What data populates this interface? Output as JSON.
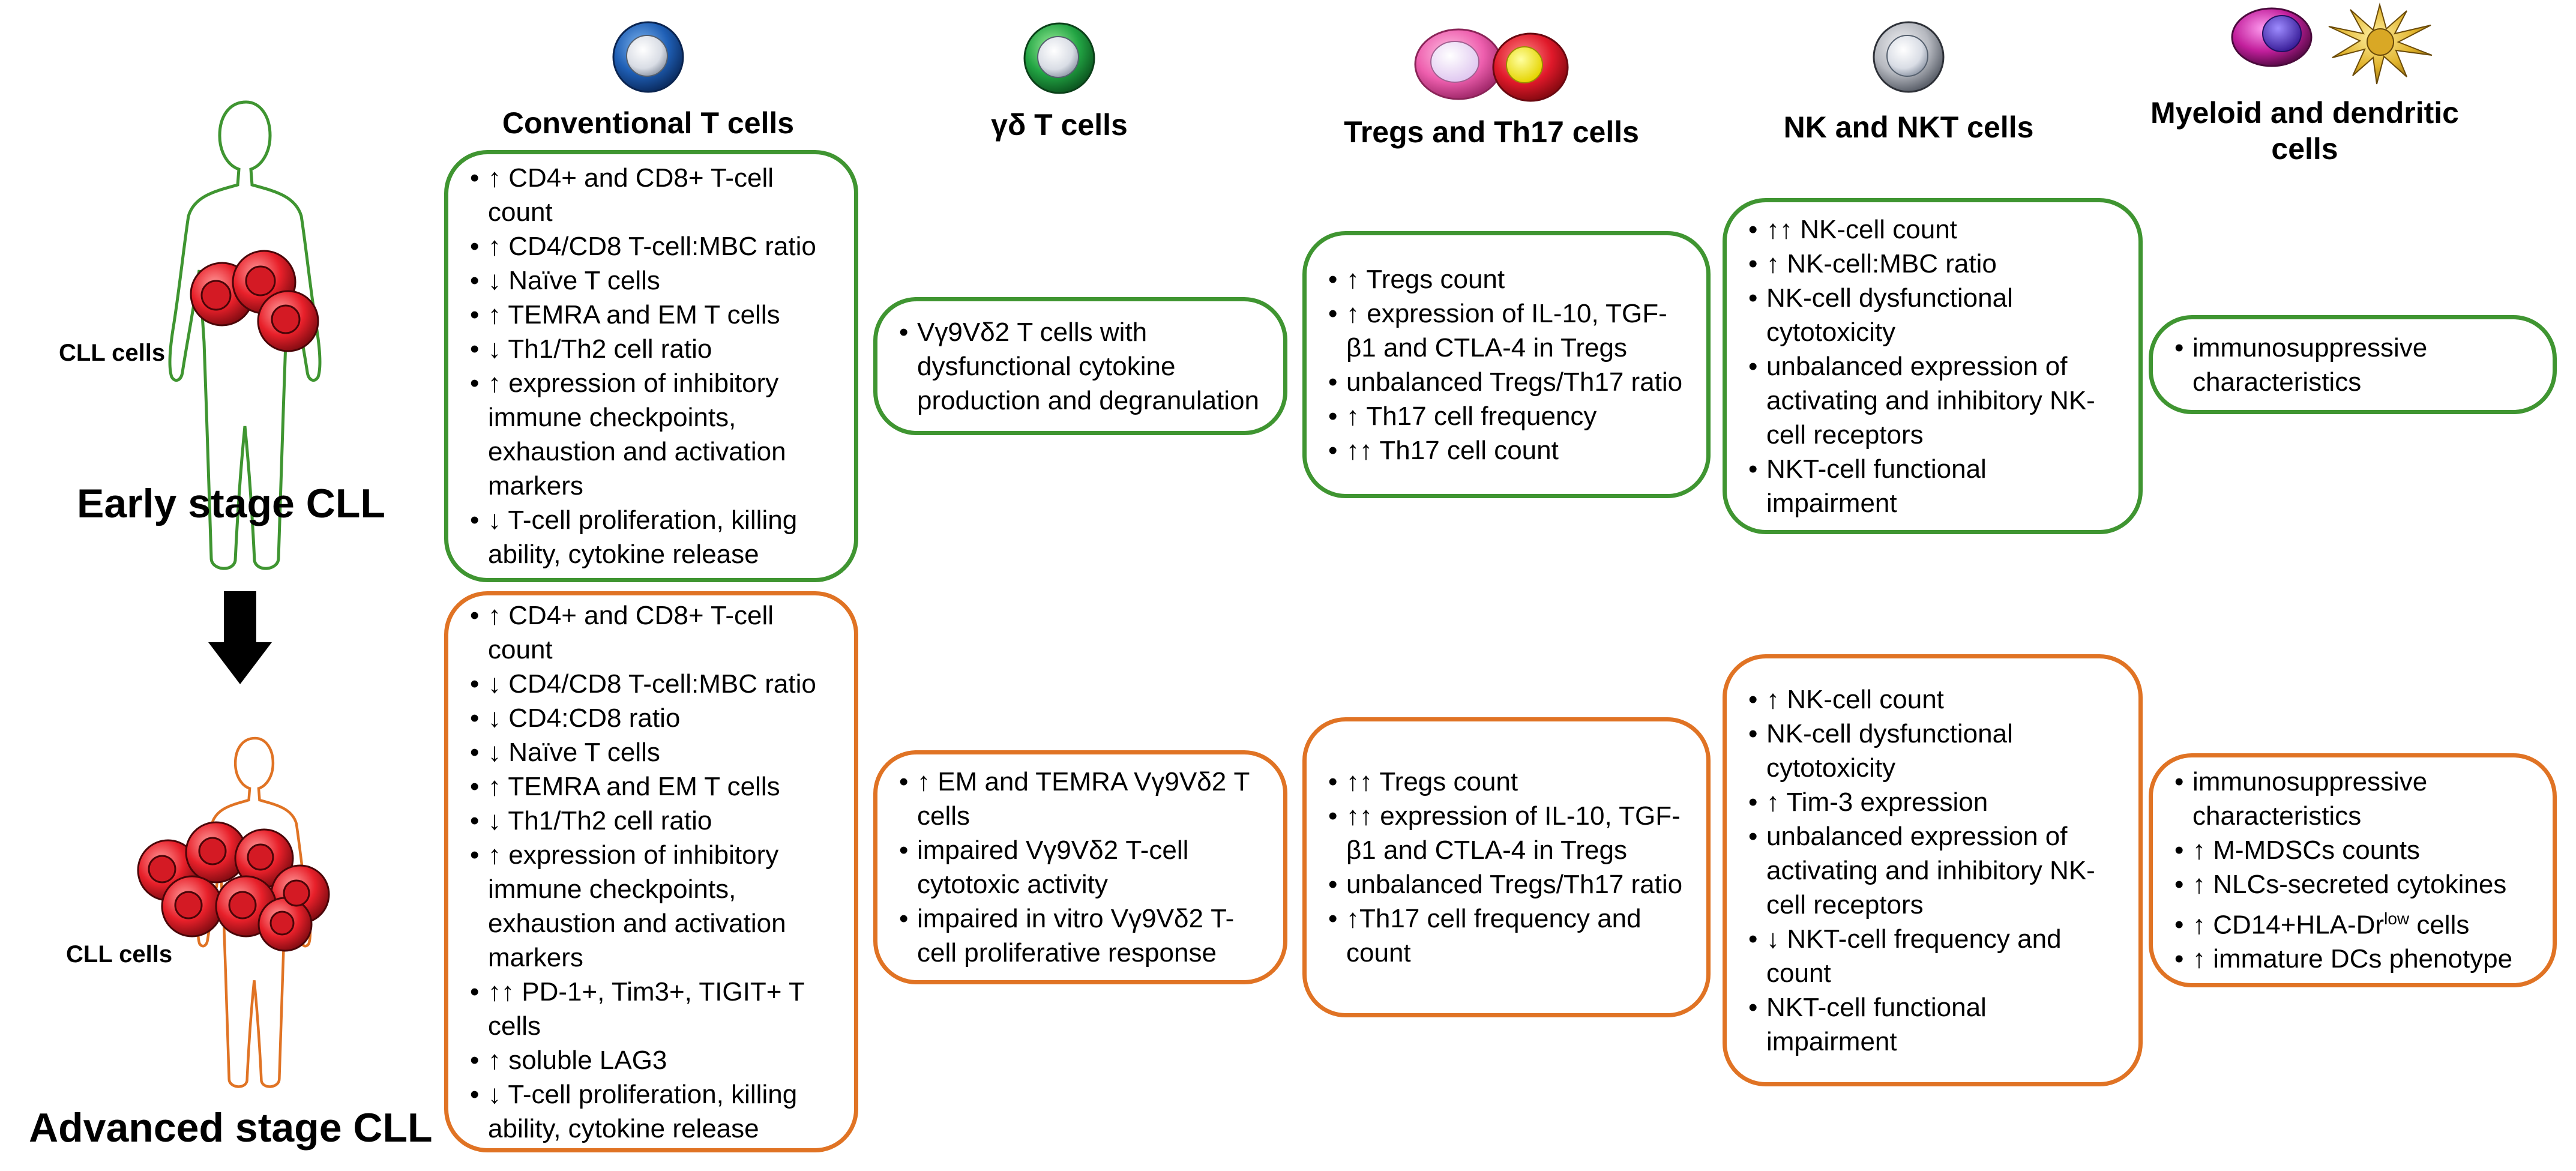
{
  "columns": [
    {
      "title": "Conventional T cells"
    },
    {
      "title": "γδ T cells"
    },
    {
      "title": "Tregs and Th17 cells"
    },
    {
      "title": "NK and NKT cells"
    },
    {
      "title": "Myeloid and dendritic cells"
    }
  ],
  "stages": {
    "early": {
      "label": "Early stage CLL",
      "cells_label": "CLL cells"
    },
    "advanced": {
      "label": "Advanced stage CLL",
      "cells_label": "CLL cells"
    }
  },
  "early": {
    "conventional": [
      "↑ CD4+ and CD8+ T-cell count",
      "↑ CD4/CD8 T-cell:MBC ratio",
      "↓ Naïve T cells",
      "↑ TEMRA and EM T cells",
      "↓ Th1/Th2 cell ratio",
      "↑ expression of inhibitory immune checkpoints, exhaustion and activation markers",
      "↓ T-cell proliferation, killing ability, cytokine release"
    ],
    "gd": [
      "Vγ9Vδ2 T cells with dysfunctional cytokine production and degranulation"
    ],
    "tregs": [
      "↑ Tregs count",
      "↑ expression of IL-10, TGF-β1 and CTLA-4 in Tregs",
      "unbalanced Tregs/Th17 ratio",
      "↑ Th17 cell frequency",
      "↑↑ Th17 cell count"
    ],
    "nk": [
      "↑↑ NK-cell count",
      "↑ NK-cell:MBC ratio",
      "NK-cell dysfunctional cytotoxicity",
      "unbalanced expression of activating and inhibitory NK-cell receptors",
      "NKT-cell functional impairment"
    ],
    "myeloid": [
      "immunosuppressive characteristics"
    ]
  },
  "advanced": {
    "conventional": [
      "↑ CD4+ and CD8+ T-cell count",
      "↓ CD4/CD8 T-cell:MBC ratio",
      "↓ CD4:CD8 ratio",
      "↓ Naïve T cells",
      "↑ TEMRA and EM T cells",
      "↓ Th1/Th2 cell ratio",
      "↑ expression of inhibitory immune checkpoints, exhaustion and activation markers",
      "↑↑ PD-1+, Tim3+, TIGIT+ T cells",
      "↑ soluble LAG3",
      "↓ T-cell proliferation, killing ability, cytokine release"
    ],
    "gd": [
      "↑ EM and TEMRA Vγ9Vδ2 T cells",
      "impaired Vγ9Vδ2 T-cell cytotoxic activity",
      "impaired in vitro Vγ9Vδ2 T-cell proliferative response"
    ],
    "tregs": [
      "↑↑ Tregs count",
      "↑↑ expression of IL-10, TGF-β1 and CTLA-4 in Tregs",
      "unbalanced Tregs/Th17 ratio",
      "↑Th17 cell frequency and count"
    ],
    "nk": [
      "↑ NK-cell count",
      "NK-cell dysfunctional cytotoxicity",
      "↑ Tim-3 expression",
      "unbalanced expression of activating and inhibitory NK-cell receptors",
      "↓ NKT-cell frequency and count",
      "NKT-cell functional impairment"
    ],
    "myeloid": [
      "immunosuppressive characteristics",
      "↑ M-MDSCs counts",
      "↑ NLCs-secreted cytokines",
      "↑ immature DCs phenotype"
    ],
    "myeloid_hla": {
      "prefix": "↑ CD14+HLA-Dr",
      "superscript": "low",
      "suffix": " cells"
    }
  },
  "colors": {
    "early_border": "#3f9531",
    "advanced_border": "#e07324",
    "cll_cell": "#e8202a",
    "arrow": "#000000"
  },
  "icons": [
    "t-cell-icon",
    "gd-t-cell-icon",
    "treg-th17-icon",
    "nk-cell-icon",
    "myeloid-dendritic-icon",
    "human-body-icon",
    "down-arrow-icon"
  ]
}
